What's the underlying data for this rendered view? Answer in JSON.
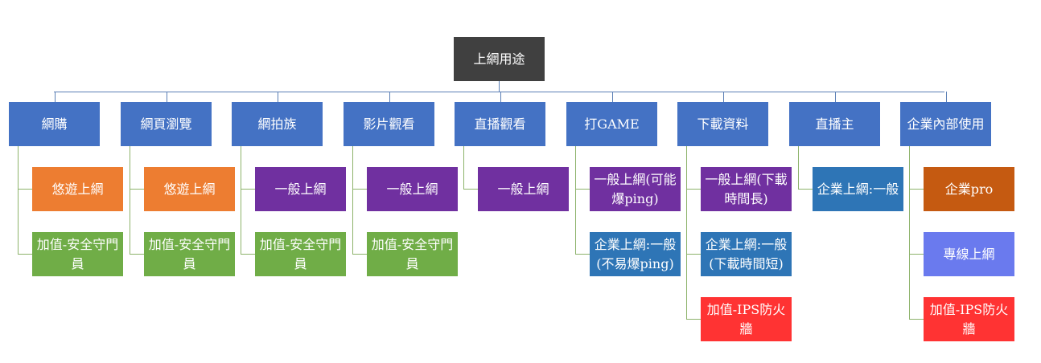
{
  "root": {
    "label": "上網用途",
    "color": "#404040"
  },
  "colors": {
    "category": "#4472c4",
    "leisure": "#ed7d31",
    "value_added_security": "#70ad47",
    "general": "#7030a0",
    "enterprise_general": "#2e75b6",
    "firewall": "#ff3333",
    "enterprise_pro": "#c55a11",
    "dedicated_line": "#6a7aee",
    "connector_top": "#5b7fb5",
    "connector_child": "#8db36b"
  },
  "categories": [
    {
      "label": "網購",
      "children": [
        {
          "label": "悠遊上網",
          "color": "#ed7d31"
        },
        {
          "label": "加值-安全守門員",
          "color": "#70ad47"
        }
      ]
    },
    {
      "label": "網頁瀏覽",
      "children": [
        {
          "label": "悠遊上網",
          "color": "#ed7d31"
        },
        {
          "label": "加值-安全守門員",
          "color": "#70ad47"
        }
      ]
    },
    {
      "label": "網拍族",
      "children": [
        {
          "label": "一般上網",
          "color": "#7030a0"
        },
        {
          "label": "加值-安全守門員",
          "color": "#70ad47"
        }
      ]
    },
    {
      "label": "影片觀看",
      "children": [
        {
          "label": "一般上網",
          "color": "#7030a0"
        },
        {
          "label": "加值-安全守門員",
          "color": "#70ad47"
        }
      ]
    },
    {
      "label": "直播觀看",
      "children": [
        {
          "label": "一般上網",
          "color": "#7030a0"
        }
      ]
    },
    {
      "label": "打GAME",
      "children": [
        {
          "label": "一般上網(可能爆ping)",
          "color": "#7030a0"
        },
        {
          "label": "企業上網:一般(不易爆ping)",
          "color": "#2e75b6"
        }
      ]
    },
    {
      "label": "下載資料",
      "children": [
        {
          "label": "一般上網(下載時間長)",
          "color": "#7030a0"
        },
        {
          "label": "企業上網:一般(下載時間短)",
          "color": "#2e75b6"
        },
        {
          "label": "加值-IPS防火牆",
          "color": "#ff3333"
        }
      ]
    },
    {
      "label": "直播主",
      "children": [
        {
          "label": "企業上網:一般",
          "color": "#2e75b6"
        }
      ]
    },
    {
      "label": "企業內部使用",
      "children": [
        {
          "label": "企業pro",
          "color": "#c55a11"
        },
        {
          "label": "專線上網",
          "color": "#6a7aee"
        },
        {
          "label": "加值-IPS防火牆",
          "color": "#ff3333"
        }
      ]
    }
  ]
}
